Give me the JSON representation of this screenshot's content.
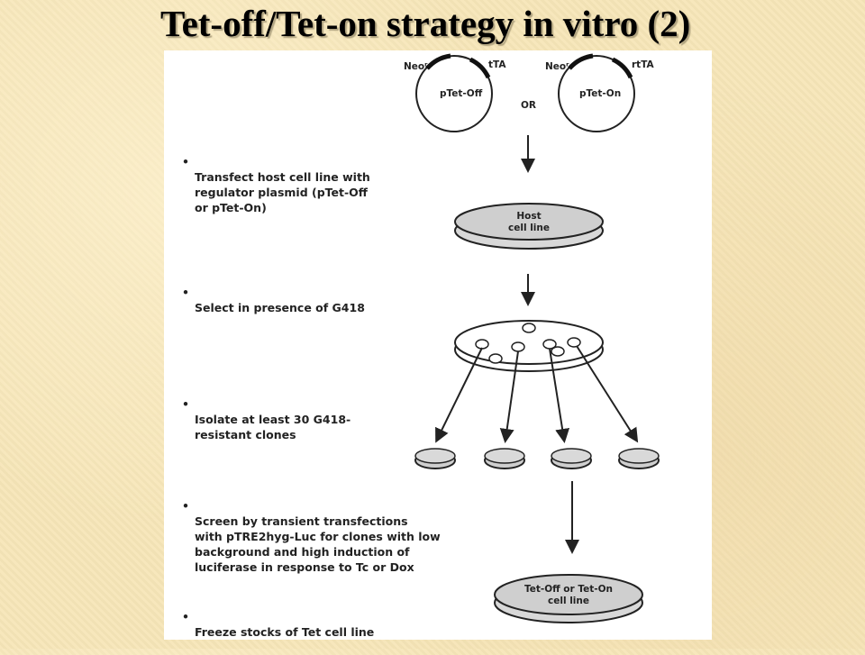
{
  "slide": {
    "title": "Tet-off/Tet-on strategy in vitro (2)"
  },
  "diagram": {
    "plasmid_left": {
      "name": "pTet-Off",
      "marker_left": "Neoʳ",
      "marker_right": "tTA"
    },
    "plasmid_right": {
      "name": "pTet-On",
      "marker_left": "Neoʳ",
      "marker_right": "rtTA"
    },
    "or_label": "OR",
    "host_dish_label": "Host\ncell line",
    "final_dish_label": "Tet-Off or Tet-On\ncell line",
    "bullet_glyph": "•",
    "steps": [
      {
        "text": "Transfect host cell line with\nregulator plasmid (pTet-Off\nor pTet-On)"
      },
      {
        "text": "Select in presence of G418"
      },
      {
        "text": "Isolate at least 30 G418-\nresistant clones"
      },
      {
        "text": "Screen by transient transfections\nwith pTRE2hyg-Luc for clones with low\nbackground and high induction of\nluciferase in response to Tc or Dox"
      },
      {
        "text": "Freeze stocks of Tet cell line"
      }
    ]
  }
}
